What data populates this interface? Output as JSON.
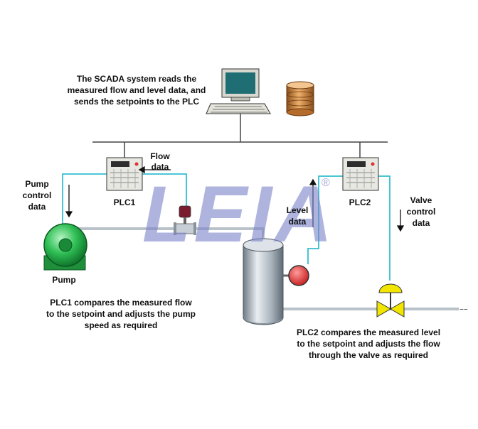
{
  "labels": {
    "scada_desc": [
      "The SCADA system reads the",
      "measured flow and level data, and",
      "sends the setpoints to the PLC"
    ],
    "flow_data": [
      "Flow",
      "data"
    ],
    "pump_control_data": [
      "Pump",
      "control",
      "data"
    ],
    "plc1": "PLC1",
    "plc2": "PLC2",
    "level_data": [
      "Level",
      "data"
    ],
    "valve_control_data": [
      "Valve",
      "control",
      "data"
    ],
    "pump": "Pump",
    "plc1_desc": [
      "PLC1 compares the measured flow",
      "to the setpoint and adjusts the pump",
      "speed as required"
    ],
    "plc2_desc": [
      "PLC2 compares the measured level",
      "to the setpoint and adjusts the flow",
      "through the valve as required"
    ]
  },
  "watermark": {
    "text": "LEIA",
    "registered": "®",
    "color": "#7a82c8"
  },
  "colors": {
    "signal_line": "#33bfcf",
    "pipe": "#b9c1c9",
    "pump": "#22b04a",
    "valve": "#f2e600",
    "tank": "#aeb8c0",
    "database": "#c8823c",
    "sensor": "#e84040"
  },
  "icons": [
    "computer-icon",
    "database-icon",
    "plc-icon",
    "pump-icon",
    "flow-meter-icon",
    "tank-icon",
    "level-sensor-icon",
    "control-valve-icon"
  ]
}
